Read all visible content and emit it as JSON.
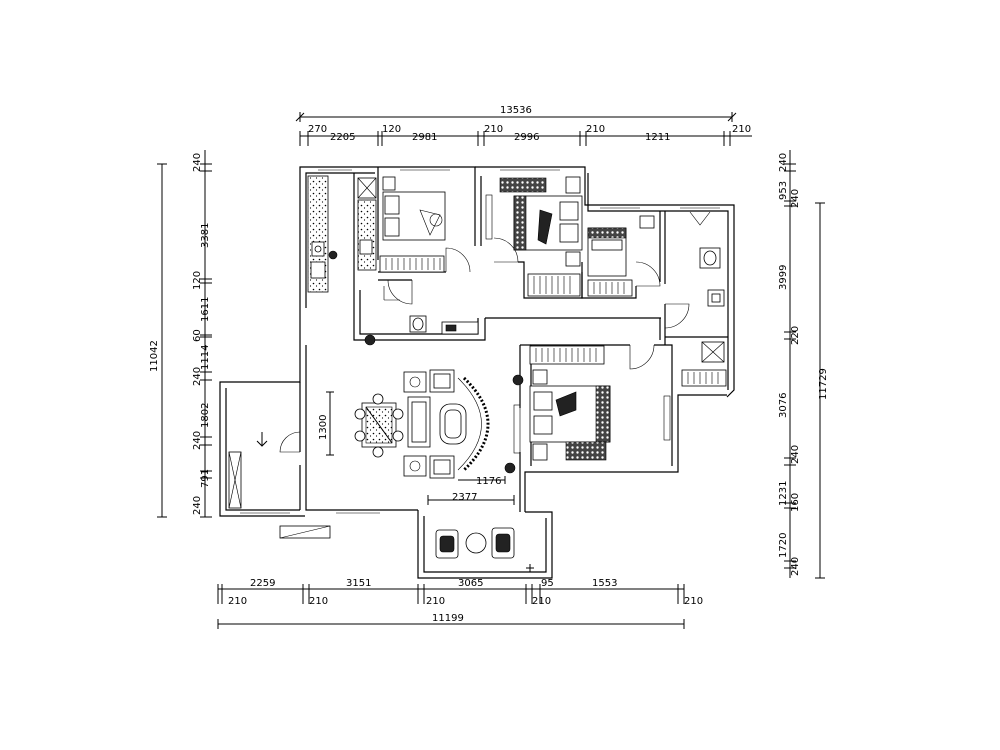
{
  "top_dims": {
    "total": "13536",
    "segments": [
      "270",
      "2205",
      "120",
      "2981",
      "210",
      "2996",
      "210",
      "1211",
      "210"
    ]
  },
  "bottom_dims": {
    "total": "11199",
    "segments": [
      "2259",
      "3151",
      "3065",
      "95",
      "1553"
    ],
    "walls": [
      "210",
      "210",
      "210",
      "210",
      "210"
    ]
  },
  "left_dims": {
    "total": "11042",
    "segments": [
      "240",
      "3381",
      "120",
      "1611",
      "60",
      "1114",
      "240",
      "1802",
      "240",
      "791",
      "240"
    ]
  },
  "right_dims": {
    "total": "11729",
    "segments": [
      "240",
      "953",
      "240",
      "3999",
      "220",
      "3076",
      "240",
      "1231",
      "160",
      "1720",
      "240"
    ]
  },
  "interior_dims": {
    "dining_depth": "1300",
    "living_width": "2377",
    "sofa_gap": "1176"
  }
}
